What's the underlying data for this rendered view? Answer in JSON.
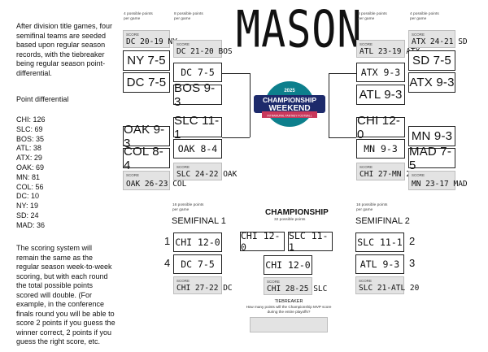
{
  "title": "MASON",
  "logo": {
    "line1": "2025",
    "line2": "CHAMPIONSHIP",
    "line3": "WEEKEND",
    "subtitle": "INTRAMURAL FANTASY FOOTBALL"
  },
  "sidebar": {
    "intro": "After division title games, four semifinal teams are seeded based upon regular season records, with the tiebreaker being regular season point-differential.",
    "pd_title": "Point differential",
    "pd": [
      "CHI: 126",
      "SLC: 69",
      "BOS: 35",
      "ATL: 38",
      "ATX: 29",
      "OAK: 69",
      "MN: 81",
      "COL: 56",
      "DC: 10",
      "NY: 19",
      "SD: 24",
      "MAD: 36"
    ],
    "scoring": "The scoring system will remain the same as the regular season week-to-week scoring, but with each round the total possible points scored will double. (For example, in the conference finals round you will be able to score 2 points if you guess the winner correct, 2 points if you guess the right score, etc."
  },
  "labels": {
    "pts4": "4 possible points per game",
    "pts8": "8 possible points per game",
    "pts16": "16 possible points per game",
    "pts32": "32 possible points",
    "score": "SCORE"
  },
  "left_bracket": {
    "ny": "NY 7-5",
    "dc": "DC 7-5",
    "bos": "BOS 9-3",
    "dc_pick": "DC 7-5",
    "score_nydc": "DC 20-19 NY",
    "score_dcbos": "DC 21-20 BOS",
    "oak": "OAK 9-3",
    "col": "COL 8-4",
    "slc": "SLC 11-1",
    "oak_pick": "OAK 8-4",
    "score_oakcol": "OAK 26-23 COL",
    "score_slcoak": "SLC 24-22 OAK"
  },
  "right_bracket": {
    "sd": "SD 7-5",
    "atx": "ATX 9-3",
    "atl": "ATL 9-3",
    "atx_pick": "ATX 9-3",
    "score_sdatx": "ATX 24-21 SD",
    "score_atlatx": "ATL 23-19 ATX",
    "mn": "MN 9-3",
    "mad": "MAD 7-5",
    "chi": "CHI 12-0",
    "mn_pick": "MN 9-3",
    "score_mnmad": "MN 23-17 MAD",
    "score_chimn": "CHI 27-MN 20"
  },
  "semifinal1": {
    "title": "SEMIFINAL 1",
    "seed_top": "1",
    "seed_bottom": "4",
    "team_top": "CHI 12-0",
    "team_bottom": "DC 7-5",
    "score": "CHI 27-22 DC"
  },
  "semifinal2": {
    "title": "SEMIFINAL 2",
    "seed_top": "2",
    "seed_bottom": "3",
    "team_top": "SLC 11-1",
    "team_bottom": "ATL 9-3",
    "score": "SLC 21-ATL 20"
  },
  "championship": {
    "title": "CHAMPIONSHIP",
    "team_left": "CHI 12-0",
    "team_right": "SLC 11-1",
    "winner": "CHI 12-0",
    "score": "CHI 28-25 SLC"
  },
  "tiebreaker": {
    "title": "TIEBREAKER",
    "question": "How many points will the Championship MVP score during the entire playoffs?"
  }
}
